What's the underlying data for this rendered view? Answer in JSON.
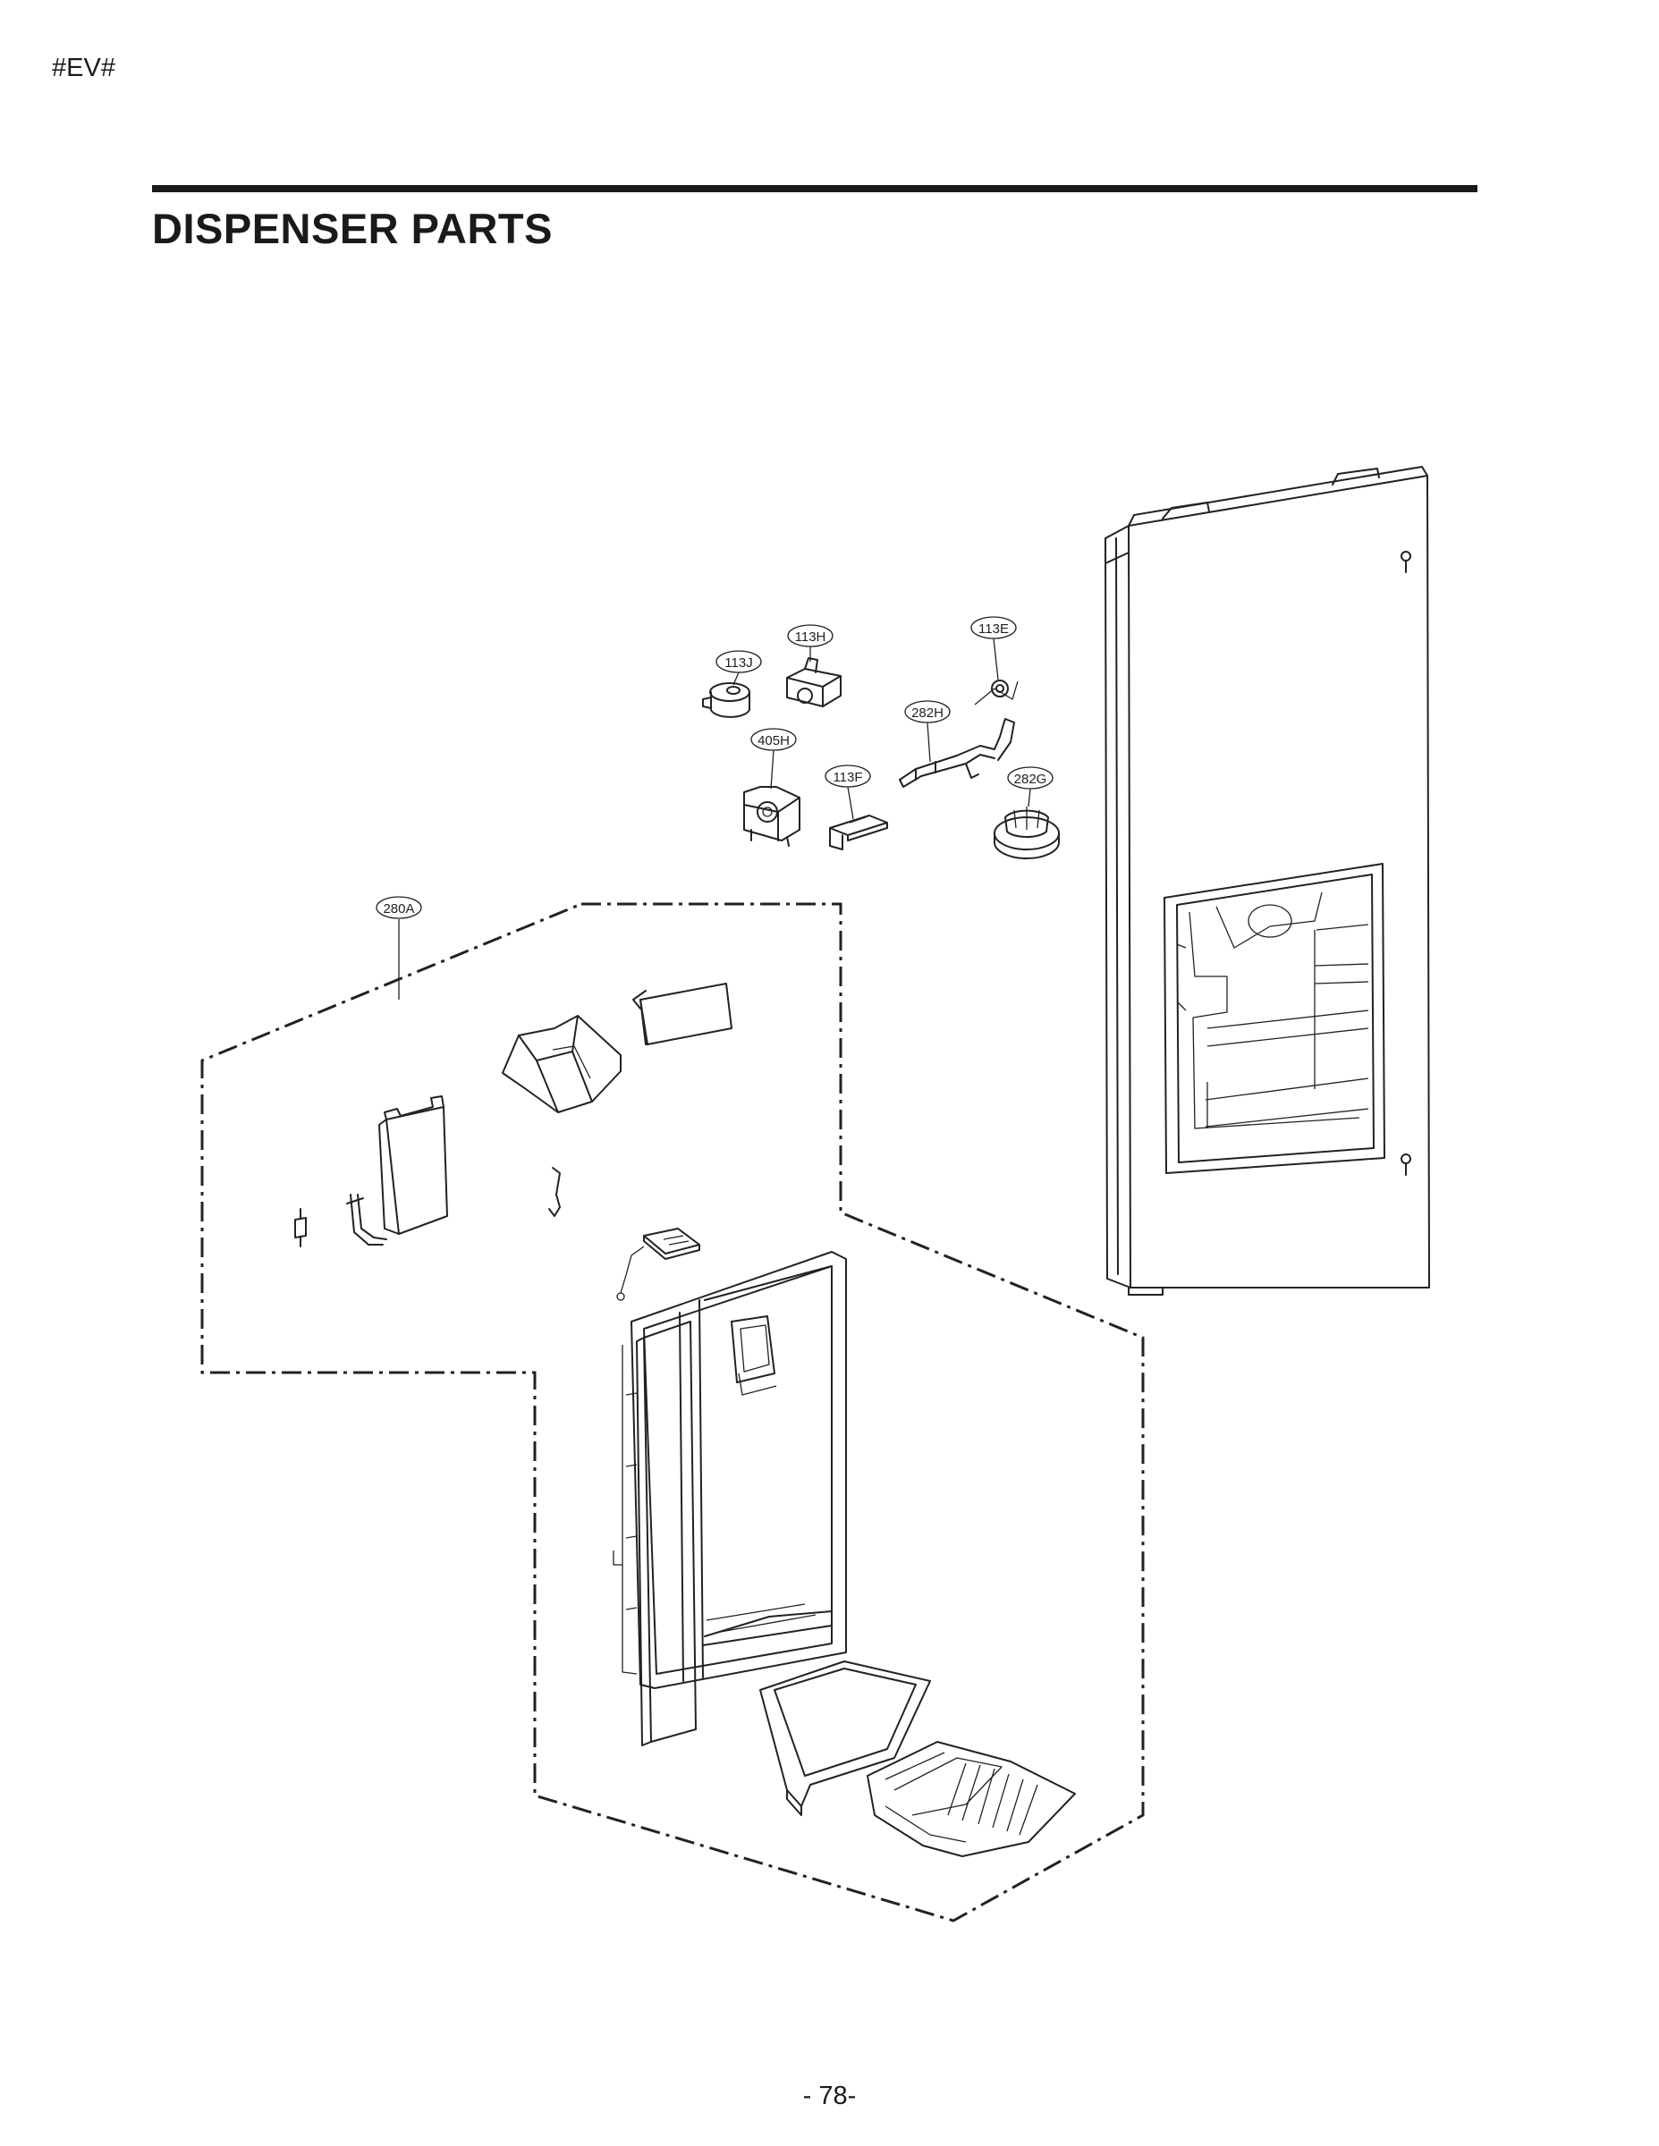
{
  "header": {
    "doc_code": "#EV#"
  },
  "section": {
    "title": "DISPENSER PARTS"
  },
  "callouts": {
    "c113J": "113J",
    "c113H": "113H",
    "c113E": "113E",
    "c282H": "282H",
    "c405H": "405H",
    "c113F": "113F",
    "c282G": "282G",
    "c280A": "280A"
  },
  "footer": {
    "page": "- 78-"
  }
}
